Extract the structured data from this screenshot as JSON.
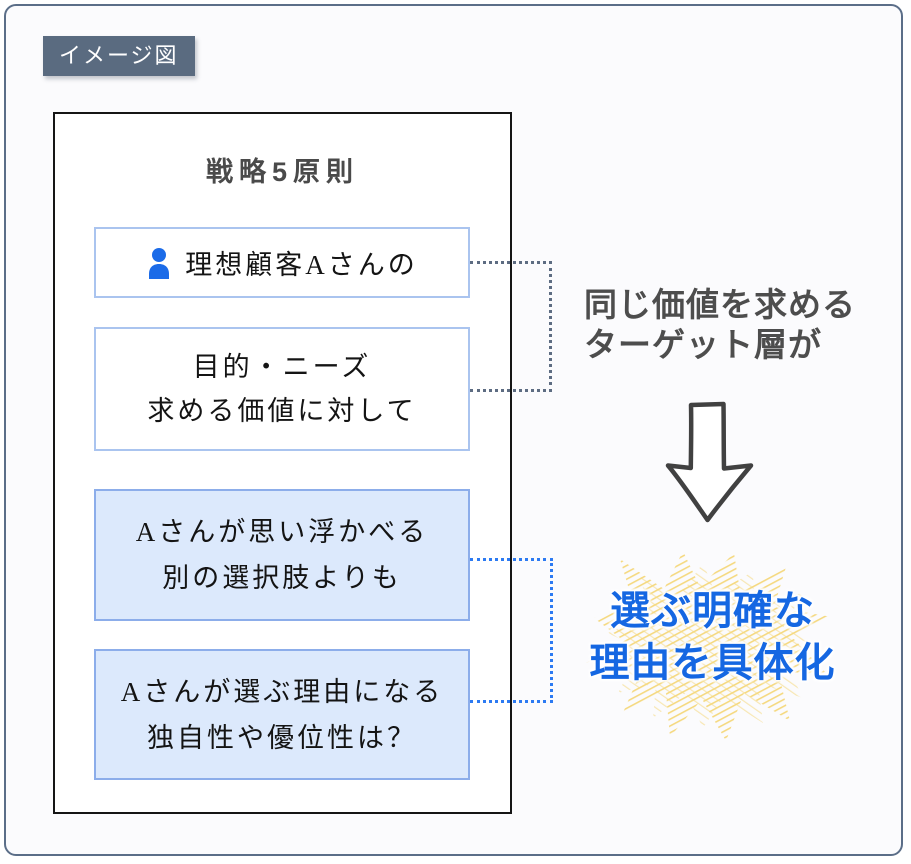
{
  "tag": {
    "label": "イメージ図"
  },
  "panel": {
    "title": "戦略5原則"
  },
  "boxes": [
    {
      "id": "ideal-customer",
      "style": "white",
      "icon": "person-icon",
      "lines": [
        "理想顧客Aさんの"
      ]
    },
    {
      "id": "purpose-needs",
      "style": "white",
      "lines": [
        "目的・ニーズ",
        "求める価値に対して"
      ]
    },
    {
      "id": "alternatives",
      "style": "blue",
      "lines": [
        "Aさんが思い浮かべる",
        "別の選択肢よりも"
      ]
    },
    {
      "id": "uniqueness",
      "style": "blue",
      "lines": [
        "Aさんが選ぶ理由になる",
        "独自性や優位性は？"
      ]
    }
  ],
  "annotation": {
    "lines": [
      "同じ価値を求める",
      "ターゲット層が"
    ]
  },
  "highlight": {
    "lines": [
      "選ぶ明確な",
      "理由を具体化"
    ]
  },
  "colors": {
    "frame_border": "#5b6e88",
    "tag_background": "#5a6b80",
    "panel_border": "#151515",
    "box_white_border": "#aac4ef",
    "box_blue_fill": "#dce9fc",
    "box_blue_border": "#8cadea",
    "bracket_gray": "#5d6c82",
    "bracket_blue": "#2c7af2",
    "person_icon_blue": "#1b6be8",
    "arrow_stroke": "#414141",
    "burst_yellow": "#f5d981",
    "highlight_text_blue": "#1567e2",
    "annotation_text": "#4d4d4d"
  }
}
